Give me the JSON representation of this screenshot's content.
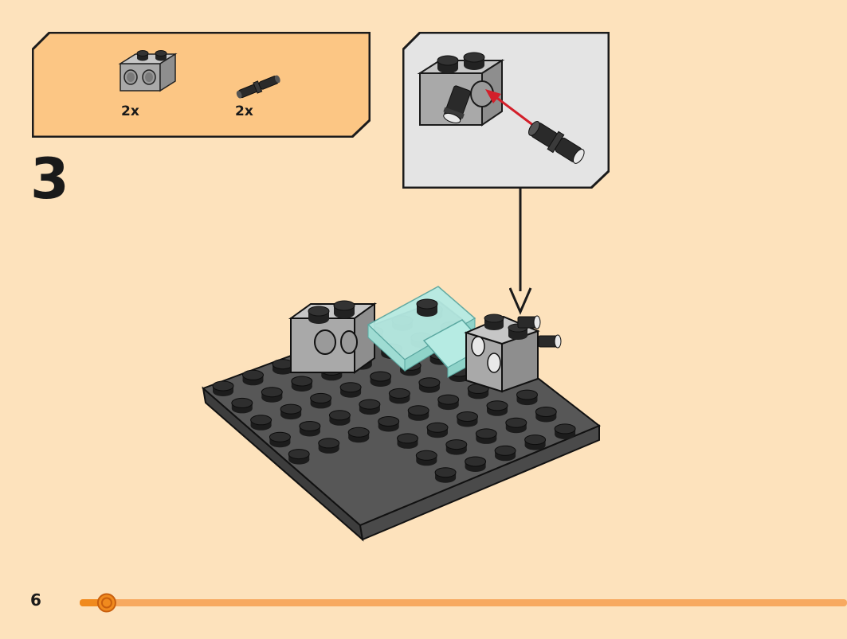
{
  "parts_list": {
    "items": [
      {
        "icon": "technic-brick-1x2-two-holes-icon",
        "quantity": "2x"
      },
      {
        "icon": "technic-pin-black-icon",
        "quantity": "2x"
      }
    ]
  },
  "step": {
    "number": "3"
  },
  "page": {
    "number": "6",
    "progress_fraction": 0.03
  },
  "colors": {
    "background": "#fde2bc",
    "parts_box": "#fcc684",
    "callout": "#e4e4e4",
    "baseplate": "#575757",
    "stud": "#222222",
    "light_gray_brick": "#a9a9a9",
    "trans_clear_tile": "#b6ebe3",
    "arrow_red": "#d31f2a",
    "progress_orange": "#f7a960",
    "progress_marker": "#f08a1e"
  }
}
